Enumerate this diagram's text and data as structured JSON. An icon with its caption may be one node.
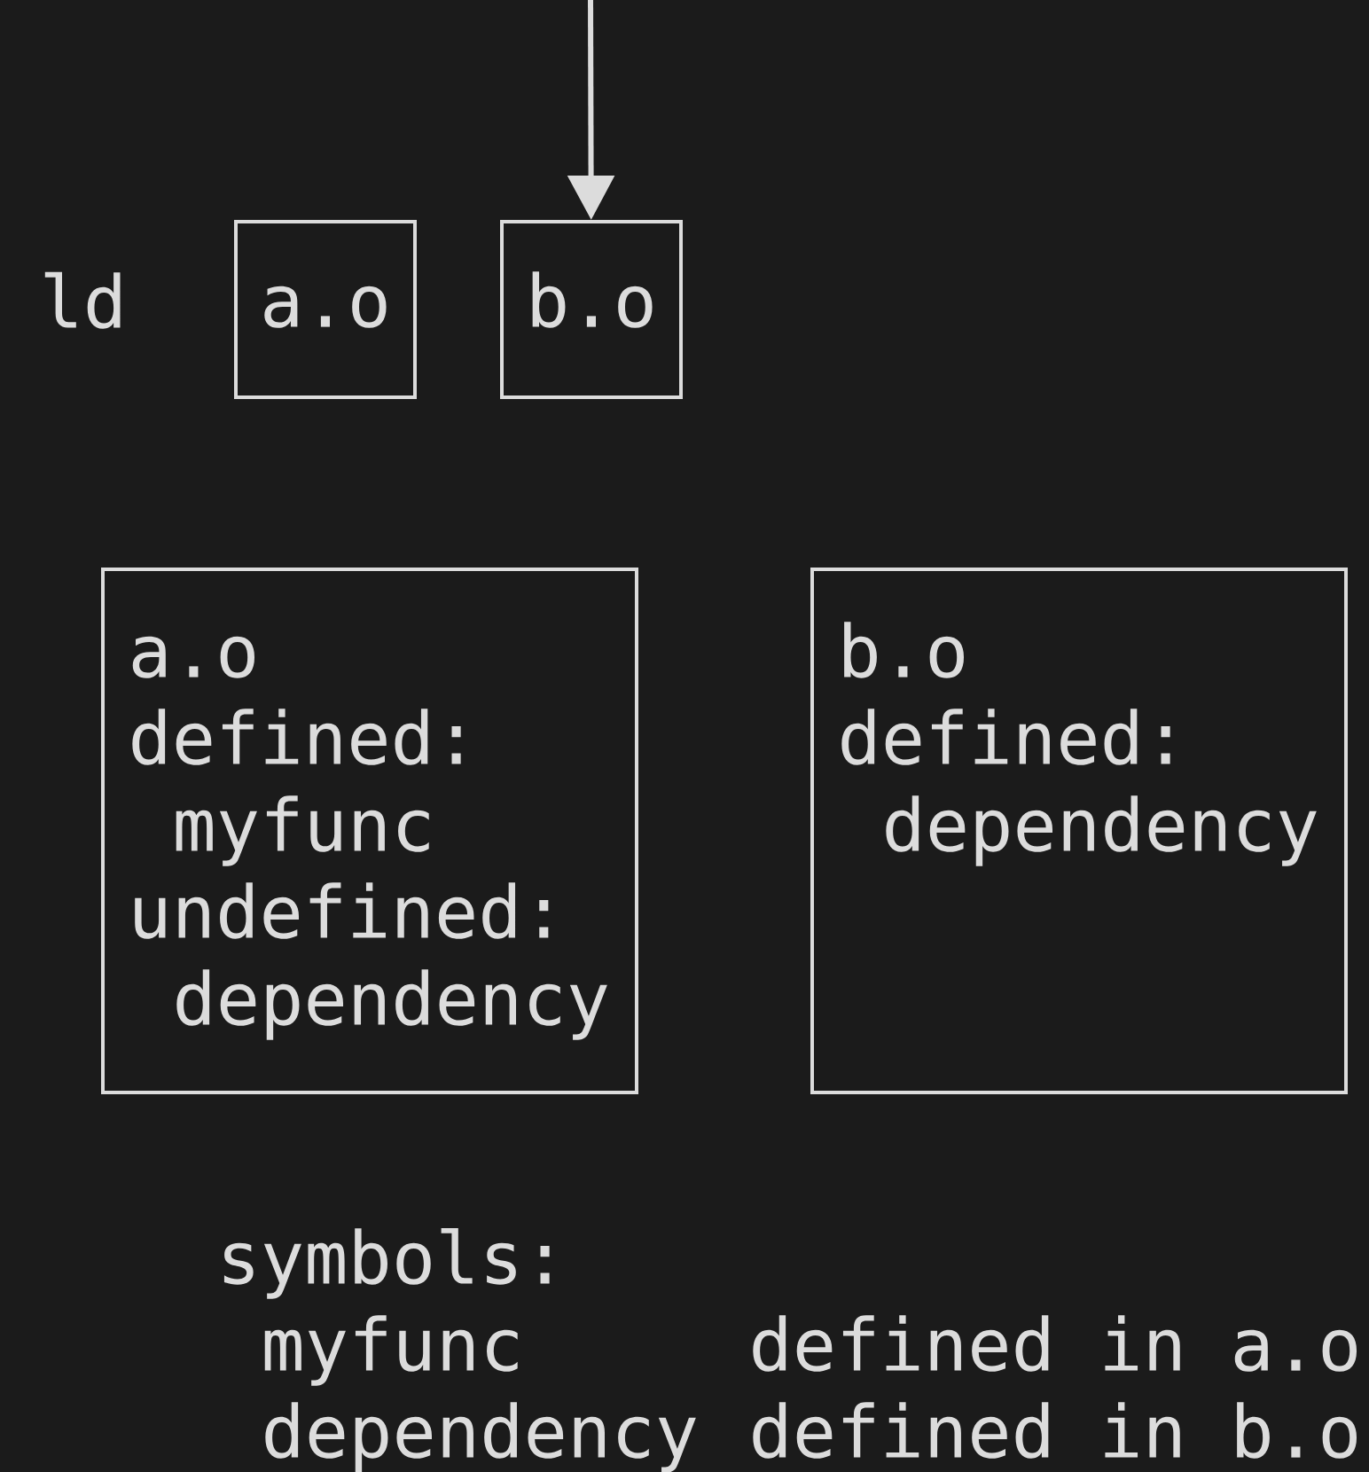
{
  "diagram": {
    "nodes": [
      {
        "text": [
          "a.o"
        ]
      },
      {
        "text": [
          "b.o"
        ]
      },
      {
        "text": [
          "a.o",
          "defined:",
          "myfunc",
          "undefined:",
          "dependency"
        ]
      },
      {
        "text": [
          "b.o",
          "defined:",
          "dependency"
        ]
      }
    ],
    "edges": [
      {
        "from": null,
        "to": 1,
        "arrow": "to"
      }
    ],
    "labels": [
      "ld",
      "symbols:",
      "myfunc",
      "defined in a.o",
      "dependency",
      "defined in b.o"
    ]
  }
}
